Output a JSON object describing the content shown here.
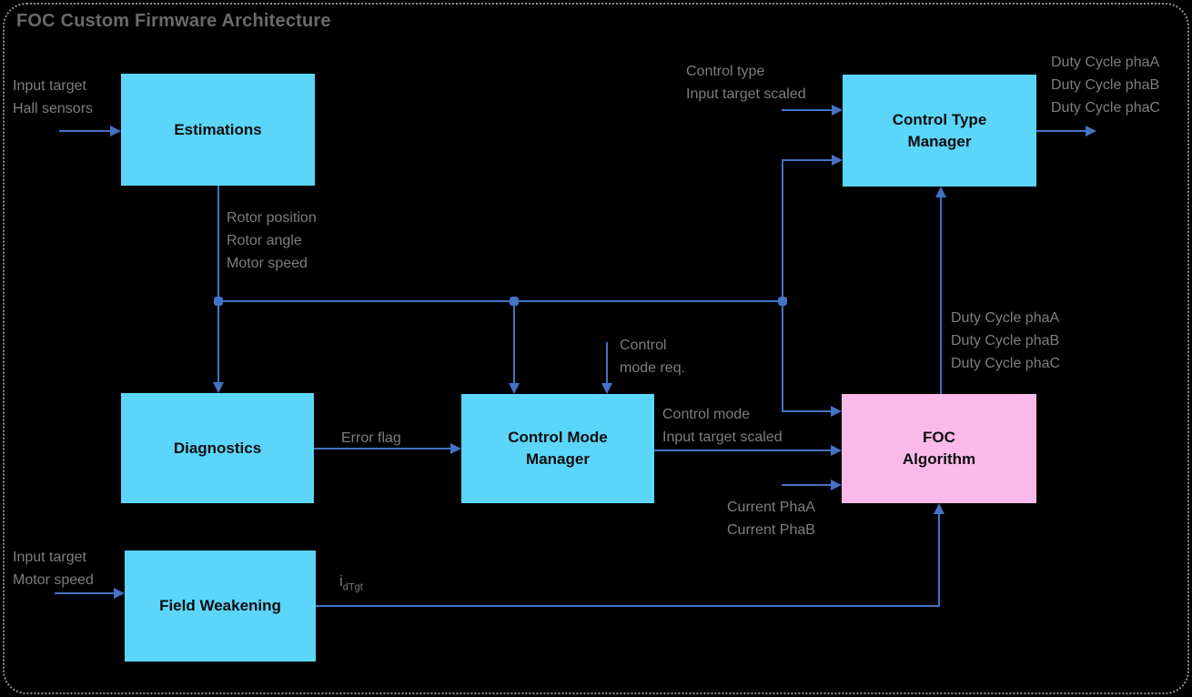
{
  "title": "FOC Custom Firmware Architecture",
  "colors": {
    "background": "#000000",
    "box_cyan": "#5BD6FA",
    "box_pink": "#FBB9E9",
    "connector_blue": "#4472C4",
    "label_gray": "#7D7D7D",
    "title_gray": "#6A6A6A",
    "frame_gray": "#909090"
  },
  "blocks": {
    "estimations": {
      "lines": [
        "Estimations"
      ]
    },
    "diagnostics": {
      "lines": [
        "Diagnostics"
      ]
    },
    "control_mode_manager": {
      "lines": [
        "Control Mode",
        "Manager"
      ]
    },
    "field_weakening": {
      "lines": [
        "Field Weakening"
      ]
    },
    "control_type_manager": {
      "lines": [
        "Control Type",
        "Manager"
      ]
    },
    "foc_algorithm": {
      "lines": [
        "FOC",
        "Algorithm"
      ]
    }
  },
  "labels": {
    "estimations_input": [
      "Input target",
      "Hall sensors"
    ],
    "rotor_signals": [
      "Rotor position",
      "Rotor angle",
      "Motor speed"
    ],
    "control_type_input": [
      "Control type",
      "Input target scaled"
    ],
    "duty_cycle_output": [
      "Duty Cycle phaA",
      "Duty Cycle phaB",
      "Duty Cycle phaC"
    ],
    "duty_cycle_foc": [
      "Duty Cycle phaA",
      "Duty Cycle phaB",
      "Duty Cycle phaC"
    ],
    "control_mode_req": [
      "Control",
      "mode req."
    ],
    "error_flag": "Error flag",
    "control_mode_output": [
      "Control mode",
      "Input target scaled"
    ],
    "current_inputs": [
      "Current PhaA",
      "Current PhaB"
    ],
    "field_weakening_input": [
      "Input target",
      "Motor speed"
    ],
    "idtgt": {
      "base": "i",
      "sub": "dTgt"
    }
  }
}
